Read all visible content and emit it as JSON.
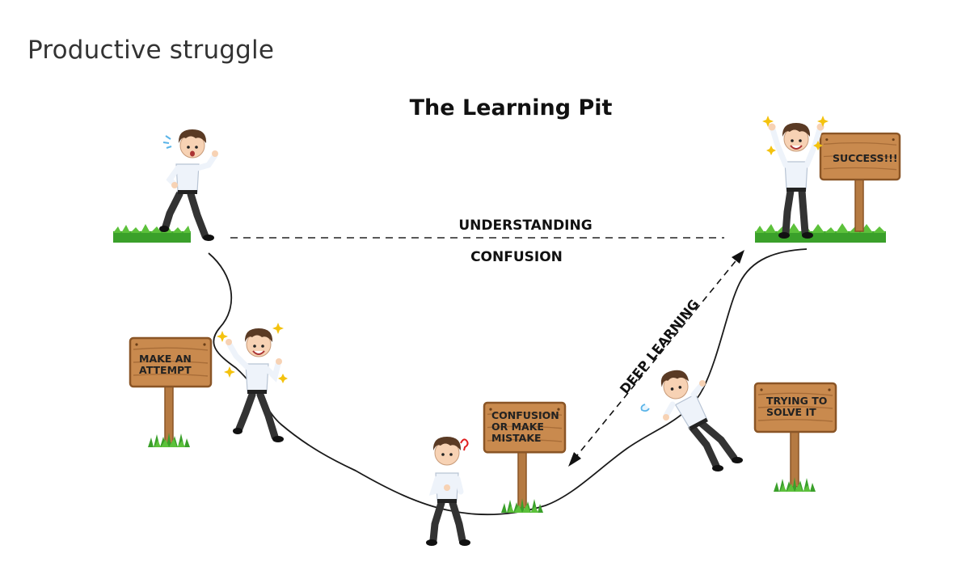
{
  "page": {
    "title": "Productive struggle"
  },
  "diagram": {
    "title": "The Learning Pit",
    "understanding_label": "UNDERSTANDING",
    "confusion_label": "CONFUSION",
    "arrow_label": "DEEP LEARNING",
    "signs": {
      "attempt": [
        "MAKE AN",
        "ATTEMPT"
      ],
      "mistake": [
        "CONFUSION",
        "OR MAKE",
        "MISTAKE"
      ],
      "solve": [
        "TRYING TO",
        "SOLVE IT"
      ],
      "success": [
        "SUCCESS!!!"
      ]
    }
  },
  "colors": {
    "wood": "#c98a4e",
    "wood_dark": "#8a5526",
    "grass": "#3aa02a",
    "shirt": "#eef3fa",
    "hair": "#5a3a24",
    "pants": "#333333",
    "skin": "#f7d2b4"
  }
}
